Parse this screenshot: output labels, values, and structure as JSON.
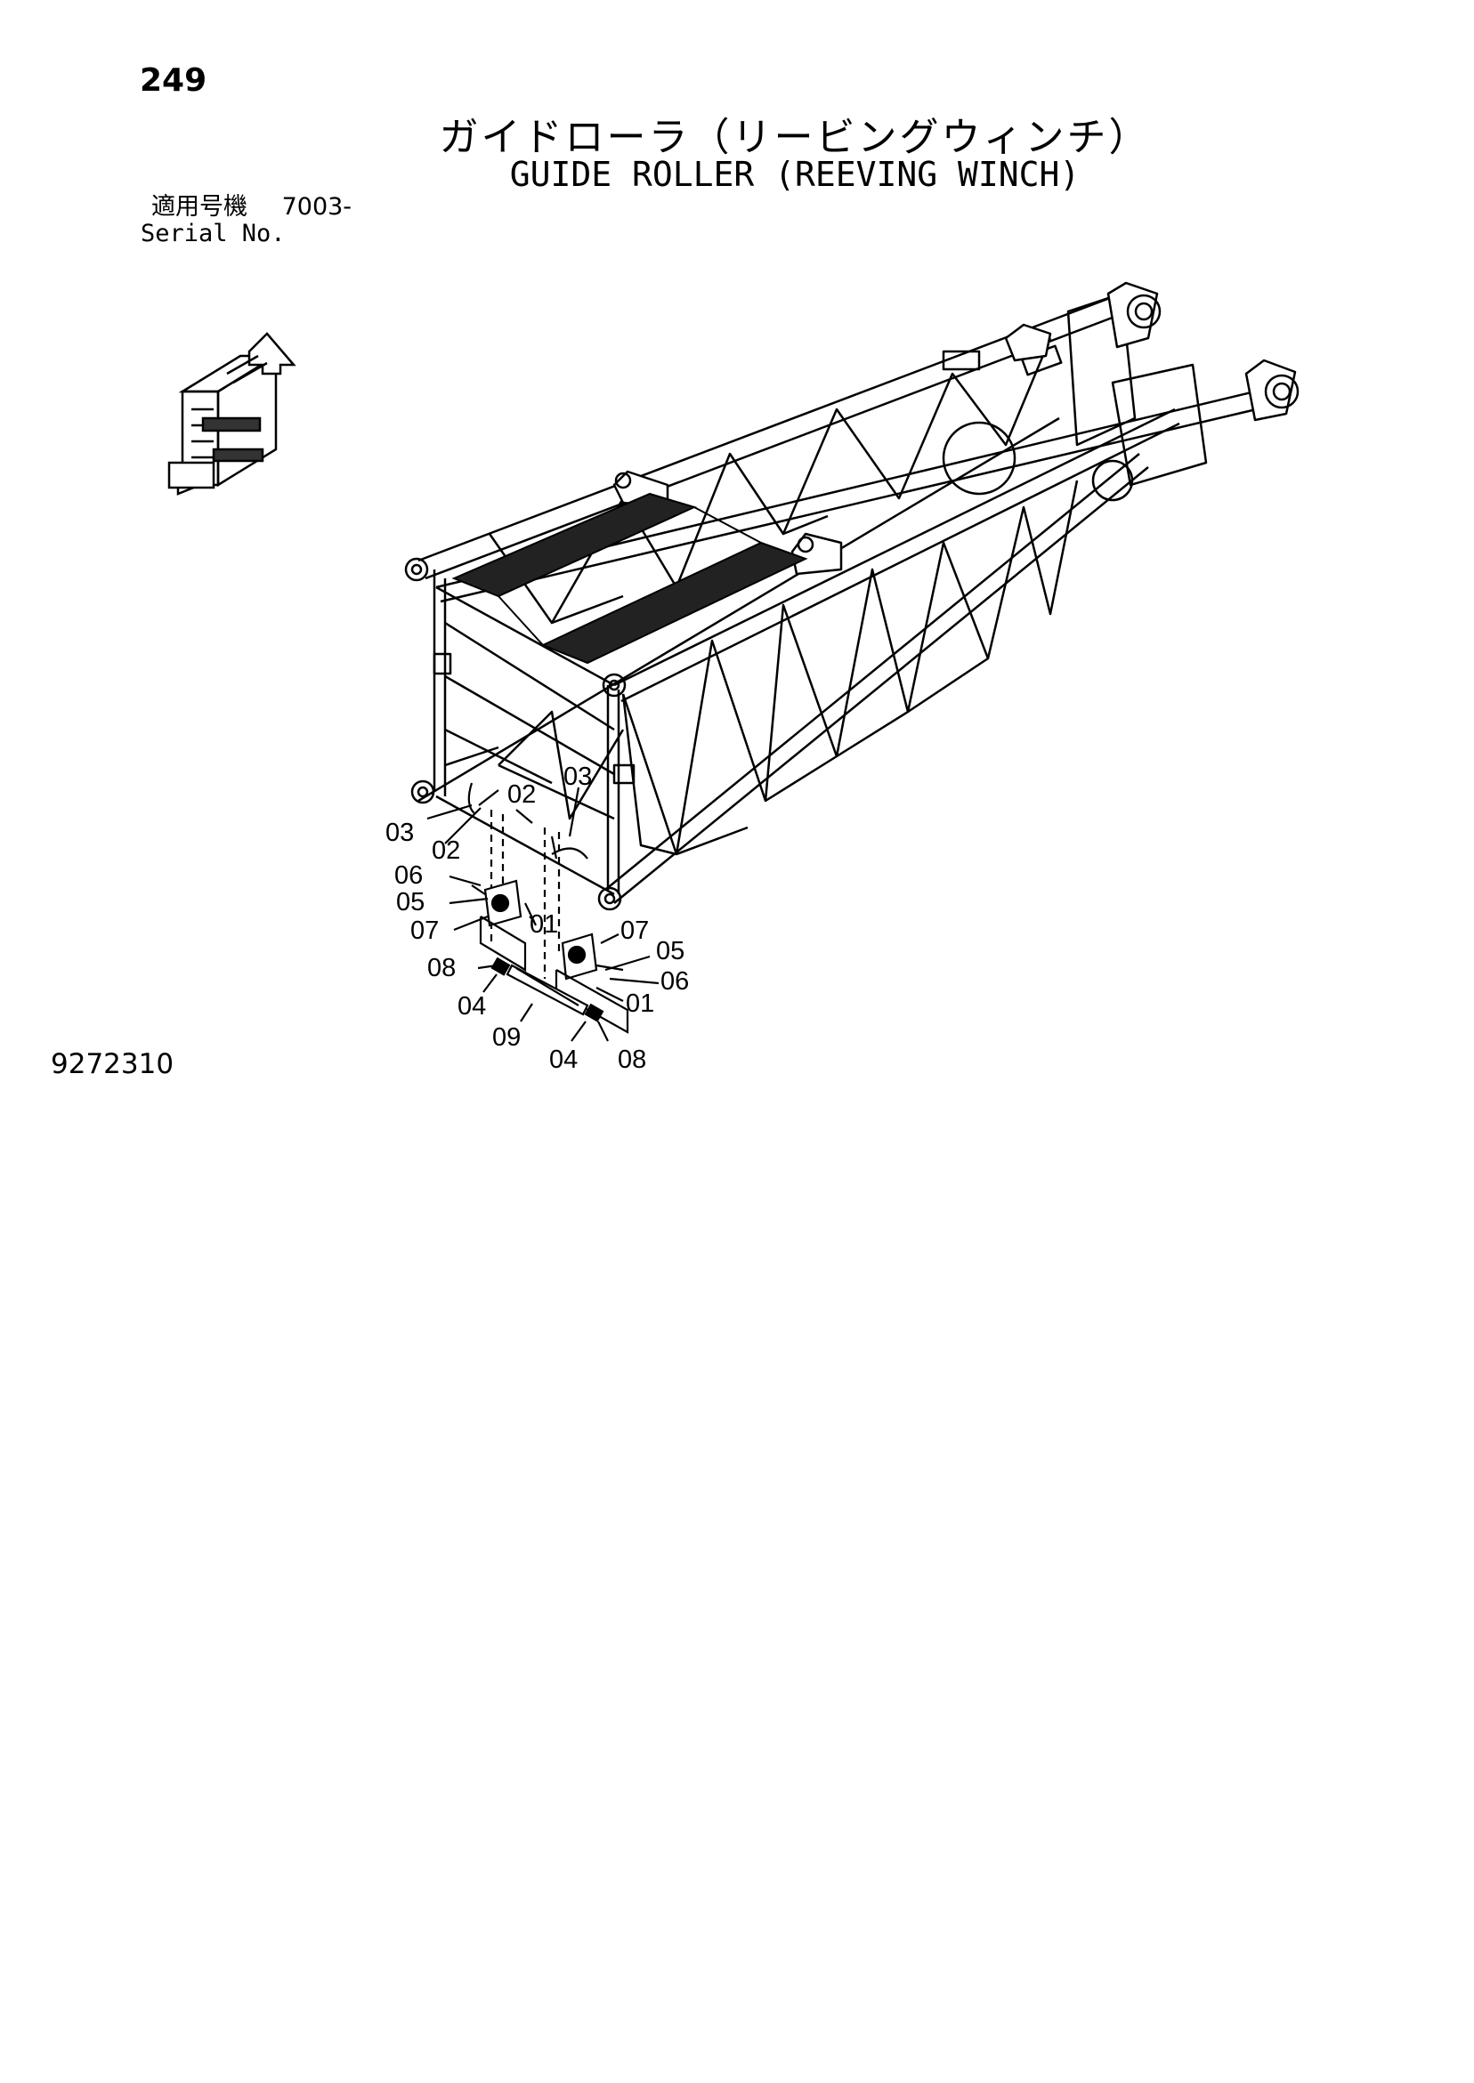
{
  "header": {
    "page_number": "249",
    "title_jp": "ガイドローラ（リービングウィンチ）",
    "title_en": "GUIDE ROLLER (REEVING WINCH)"
  },
  "serial": {
    "label_jp": "適用号機",
    "value": "7003-",
    "label_en": "Serial No."
  },
  "callouts": {
    "c01a": "01",
    "c01b": "01",
    "c02a": "02",
    "c02b": "02",
    "c03a": "03",
    "c03b": "03",
    "c04a": "04",
    "c04b": "04",
    "c05a": "05",
    "c05b": "05",
    "c06a": "06",
    "c06b": "06",
    "c07a": "07",
    "c07b": "07",
    "c08a": "08",
    "c08b": "08",
    "c09": "09"
  },
  "footer": {
    "doc_code": "9272310"
  }
}
